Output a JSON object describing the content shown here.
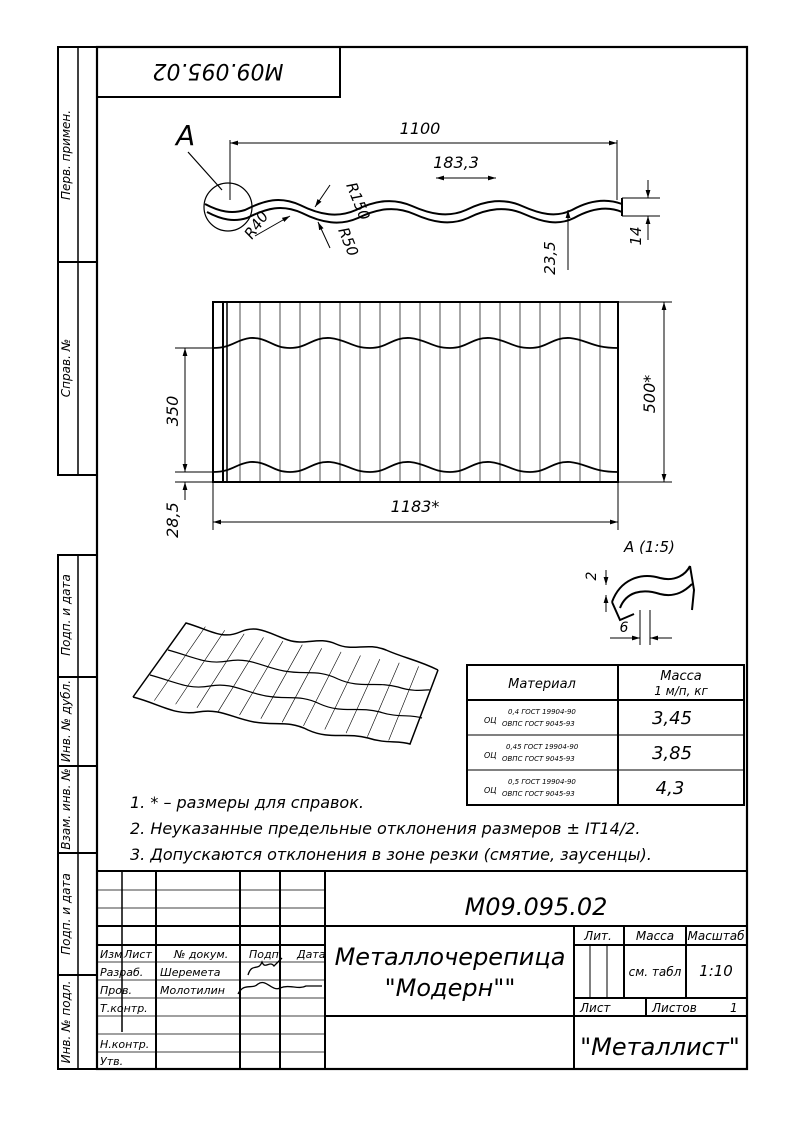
{
  "stamp_top": "М09.095.02",
  "view_marker": "А",
  "dims": {
    "width_1100": "1100",
    "pitch": "183,3",
    "r150": "R150",
    "r40": "R40",
    "r50": "R50",
    "h23": "23,5",
    "h14": "14",
    "h350": "350",
    "h500": "500*",
    "h28": "28,5",
    "w1183": "1183*"
  },
  "detail": {
    "title": "А (1:5)",
    "d2": "2",
    "d6": "6"
  },
  "side_labels": {
    "perv": "Перв. примен.",
    "sprav": "Справ. №",
    "podp_data_1": "Подп. и дата",
    "inv_dubl": "Инв. № дубл.",
    "vzam_inv": "Взам. инв. №",
    "podp_data_2": "Подп. и дата",
    "inv_podl": "Инв. № подл."
  },
  "mass_table": {
    "header_material": "Материал",
    "header_mass": [
      "Масса",
      "1 м/п, кг"
    ],
    "rows": [
      {
        "prefix": "ОЦ",
        "line1": "0,4 ГОСТ 19904-90",
        "line2": "ОВПС ГОСТ 9045-93",
        "mass": "3,45"
      },
      {
        "prefix": "ОЦ",
        "line1": "0,45 ГОСТ 19904-90",
        "line2": "ОВПС ГОСТ 9045-93",
        "mass": "3,85"
      },
      {
        "prefix": "ОЦ",
        "line1": "0,5 ГОСТ 19904-90",
        "line2": "ОВПС ГОСТ 9045-93",
        "mass": "4,3"
      }
    ]
  },
  "notes": [
    "1.  * – размеры для справок.",
    "2.  Неуказанные предельные отклонения размеров  ± IT14/2.",
    "3.  Допускаются отклонения в зоне резки (смятие, заусенцы)."
  ],
  "title_block": {
    "doc_number": "М09.095.02",
    "title_line1": "Металлочерепица",
    "title_line2": "\"Модерн\"\"",
    "col_izm": "Изм",
    "col_list": "Лист",
    "col_docum": "№ докум.",
    "col_podp": "Подп.",
    "col_data": "Дата",
    "role_razrab": "Разраб.",
    "role_prov": "Пров.",
    "role_tkontr": "Т.контр.",
    "role_nkontr": "Н.контр.",
    "role_utv": "Утв.",
    "name_razrab": "Шеремета",
    "name_prov": "Молотилин",
    "lit_label": "Лит.",
    "mass_label": "Масса",
    "scale_label": "Масштаб",
    "mass_value": "см. табл",
    "scale_value": "1:10",
    "sheet_label": "Лист",
    "sheets_label": "Листов",
    "sheets_value": "1",
    "company": "\"Металлист\""
  }
}
